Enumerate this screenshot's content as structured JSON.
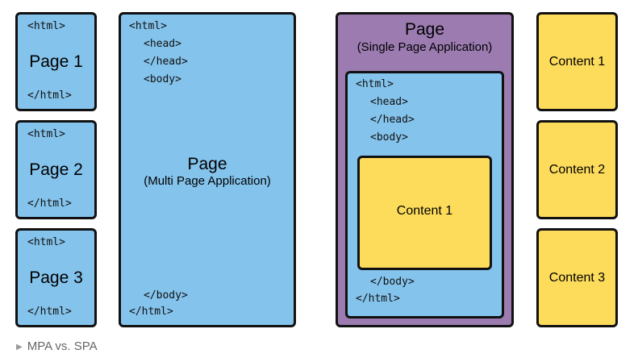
{
  "mpa_pages": [
    {
      "open": "<html>",
      "title": "Page 1",
      "close": "</html>"
    },
    {
      "open": "<html>",
      "title": "Page 2",
      "close": "</html>"
    },
    {
      "open": "<html>",
      "title": "Page 3",
      "close": "</html>"
    }
  ],
  "mpa_page": {
    "html_open": "<html>",
    "head_open": "<head>",
    "head_close": "</head>",
    "body_open": "<body>",
    "title": "Page",
    "subtitle": "(Multi Page Application)",
    "body_close": "</body>",
    "html_close": "</html>"
  },
  "spa_page": {
    "title": "Page",
    "subtitle": "(Single Page Application)",
    "html_open": "<html>",
    "head_open": "<head>",
    "head_close": "</head>",
    "body_open": "<body>",
    "content": "Content 1",
    "body_close": "</body>",
    "html_close": "</html>"
  },
  "contents": [
    "Content 1",
    "Content 2",
    "Content 3"
  ],
  "caption": "MPA vs. SPA",
  "colors": {
    "blue": "#84c3ec",
    "purple": "#9b7bb0",
    "yellow": "#fddc5c",
    "border": "#111111"
  }
}
